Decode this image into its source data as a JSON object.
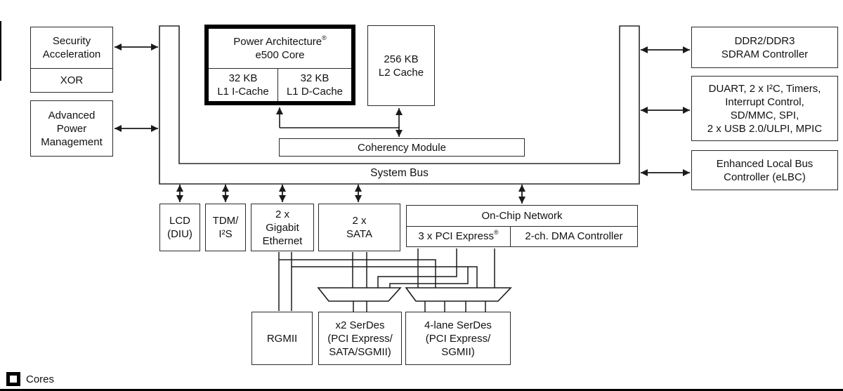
{
  "colors": {
    "line": "#1f1f1f",
    "background": "#ffffff"
  },
  "legend": {
    "label": "Cores"
  },
  "bus": {
    "label": "System Bus"
  },
  "coherency_module": {
    "label": "Coherency Module"
  },
  "core_complex": {
    "title_line1": "Power Architecture",
    "title_reg": "®",
    "title_line2": "e500 Core",
    "l1_icache": {
      "lines": [
        "32 KB",
        "L1 I-Cache"
      ]
    },
    "l1_dcache": {
      "lines": [
        "32 KB",
        "L1 D-Cache"
      ]
    }
  },
  "l2_cache": {
    "lines": [
      "256 KB",
      "L2 Cache"
    ]
  },
  "left_boxes": {
    "security_acceleration": {
      "lines": [
        "Security",
        "Acceleration"
      ]
    },
    "xor": {
      "label": "XOR"
    },
    "advanced_power_management": {
      "lines": [
        "Advanced",
        "Power",
        "Management"
      ]
    }
  },
  "right_boxes": {
    "ddr_controller": {
      "lines": [
        "DDR2/DDR3",
        "SDRAM Controller"
      ]
    },
    "peripherals": {
      "lines": [
        "DUART, 2 x I²C, Timers,",
        "Interrupt Control,",
        "SD/MMC, SPI,",
        "2 x USB 2.0/ULPI, MPIC"
      ]
    },
    "elbc": {
      "lines": [
        "Enhanced Local Bus",
        "Controller (eLBC)"
      ]
    }
  },
  "io_boxes": {
    "lcd": {
      "lines": [
        "LCD",
        "(DIU)"
      ]
    },
    "tdm": {
      "lines": [
        "TDM/",
        "I²S"
      ]
    },
    "gigabit_ethernet": {
      "lines": [
        "2 x",
        "Gigabit",
        "Ethernet"
      ]
    },
    "sata": {
      "lines": [
        "2 x",
        "SATA"
      ]
    },
    "on_chip_network": {
      "label": "On-Chip Network",
      "pci_express": {
        "label": "3 x PCI Express",
        "reg": "®"
      },
      "dma": {
        "label": "2-ch. DMA Controller"
      }
    }
  },
  "phy_boxes": {
    "rgmii": {
      "label": "RGMII"
    },
    "serdes_x2": {
      "lines": [
        "x2 SerDes",
        "(PCI Express/",
        "SATA/SGMII)"
      ]
    },
    "serdes_4lane": {
      "lines": [
        "4-lane SerDes",
        "(PCI Express/",
        "SGMII)"
      ]
    }
  }
}
